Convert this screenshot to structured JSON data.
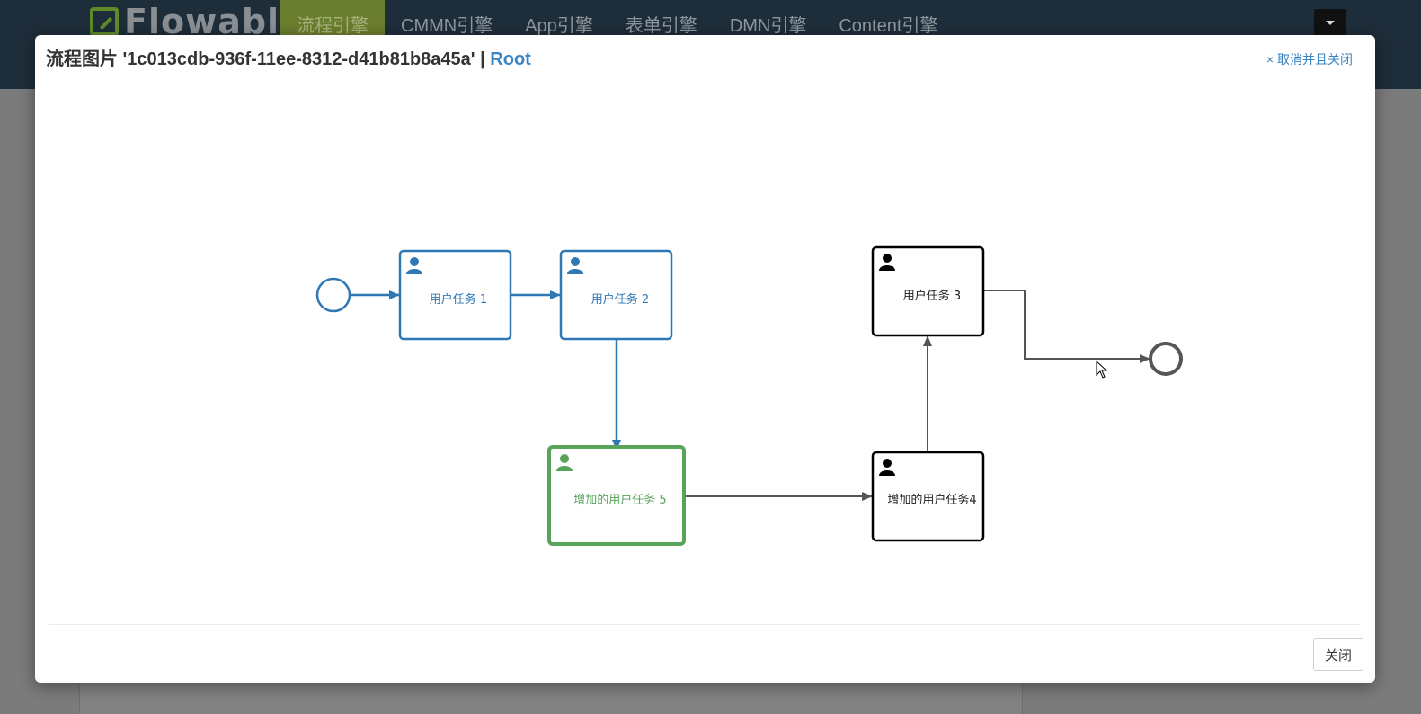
{
  "navbar": {
    "logo_text": "Flowable",
    "items": [
      {
        "label": "流程引擎",
        "active": true
      },
      {
        "label": "CMMN引擎",
        "active": false
      },
      {
        "label": "App引擎",
        "active": false
      },
      {
        "label": "表单引擎",
        "active": false
      },
      {
        "label": "DMN引擎",
        "active": false
      },
      {
        "label": "Content引擎",
        "active": false
      }
    ]
  },
  "modal": {
    "title_prefix": "流程图片 '1c013cdb-936f-11ee-8312-d41b81b8a45a'",
    "title_separator": "|",
    "title_root": "Root",
    "close_link": "× 取消并且关闭",
    "close_button": "关闭"
  },
  "diagram": {
    "tasks": [
      {
        "id": "task1",
        "label": "用户任务 1",
        "state": "completed"
      },
      {
        "id": "task2",
        "label": "用户任务 2",
        "state": "completed"
      },
      {
        "id": "task5",
        "label": "增加的用户任务 5",
        "state": "active"
      },
      {
        "id": "task4",
        "label": "增加的用户任务4",
        "state": "pending"
      },
      {
        "id": "task3",
        "label": "用户任务 3",
        "state": "pending"
      }
    ],
    "colors": {
      "completed": "#2f78b4",
      "active": "#5aa35a",
      "pending": "#000000",
      "flow_pending": "#555555"
    }
  }
}
